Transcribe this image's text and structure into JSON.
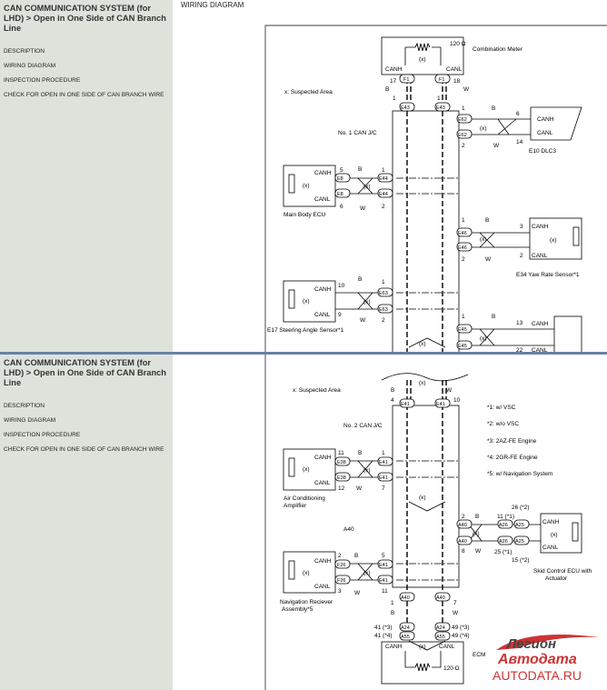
{
  "sidebar": {
    "title": "CAN COMMUNICATION SYSTEM (for LHD) > Open in One Side of CAN Branch Line",
    "links": [
      "DESCRIPTION",
      "WIRING DIAGRAM",
      "INSPECTION PROCEDURE",
      "CHECK FOR OPEN IN ONE SIDE OF CAN BRANCH WIRE"
    ]
  },
  "header": {
    "title": "WIRING DIAGRAM"
  },
  "labels": {
    "canh": "CANH",
    "canl": "CANL",
    "x": "(x)",
    "b": "B",
    "w": "W",
    "suspected": "x: Suspected Area",
    "ohm": "120 Ω"
  },
  "d1": {
    "meter": "Combination Meter",
    "cj1": "No. 1 CAN J/C",
    "dlc": "E10  DLC3",
    "mainbody": "Main Body ECU",
    "yaw": "E34  Yaw Rate Sensor*1",
    "steer": "E17  Steering Angle Sensor*1",
    "conn": {
      "F1": "F1",
      "E43": "E43",
      "E62": "E62",
      "E8": "E8",
      "E44": "E44",
      "E46": "E46",
      "E63": "E63",
      "E45": "E45"
    },
    "pins": {
      "p17": "17",
      "p18": "18",
      "p1": "1",
      "p2": "2",
      "p5": "5",
      "p6": "6",
      "p3": "3",
      "p10": "10",
      "p9": "9",
      "p13": "13",
      "p14": "14",
      "p22": "22"
    }
  },
  "d2": {
    "cj2": "No. 2 CAN J/C",
    "a40": "A40",
    "ac1": "Air Conditioning",
    "ac2": "Amplifier",
    "nav1": "Navigation Reciever",
    "nav2": "Assembly*5",
    "skid1": "Skid Control ECU with",
    "skid2": "Actuator",
    "ecm": "ECM",
    "notes": [
      "*1: w/ VSC",
      "*2: w/o VSC",
      "*3: 2AZ-FE Engine",
      "*4: 2GR-FE Engine",
      "*5: w/ Navigation System"
    ],
    "conn": {
      "E41": "E41",
      "E38": "E38",
      "F26": "F26",
      "A40": "A40",
      "A25": "A25",
      "A26": "A26",
      "A24": "A24",
      "A55": "A55"
    },
    "pins": {
      "p4": "4",
      "p10": "10",
      "p11": "11",
      "p1": "1",
      "p12": "12",
      "p7": "7",
      "p2": "2",
      "p8": "8",
      "p5": "5",
      "p3": "3",
      "s26": "26 (*2)",
      "s11": "11 (*1)",
      "s25": "25 (*1)",
      "s15": "15 (*2)",
      "s41a": "41 (*3)",
      "s41b": "41 (*4)",
      "s49a": "49 (*3)",
      "s49b": "49 (*4)"
    }
  },
  "watermark": {
    "brand1": "Легион",
    "brand2": "Автодата",
    "site": "AUTODATA.RU"
  }
}
